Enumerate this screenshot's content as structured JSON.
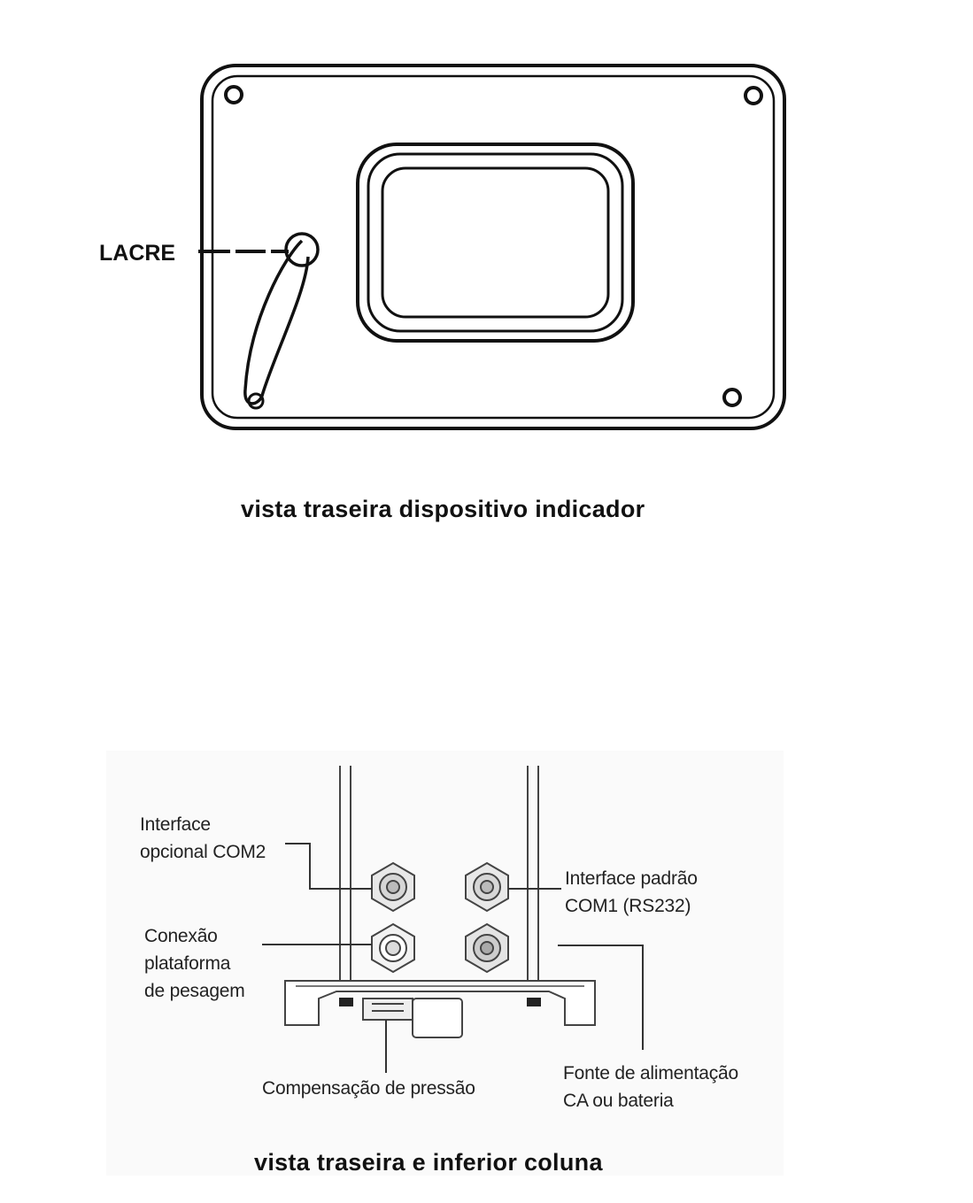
{
  "top_figure": {
    "seal_label": "LACRE",
    "caption": "vista traseira dispositivo indicador"
  },
  "bottom_figure": {
    "caption": "vista traseira e inferior coluna",
    "callouts": {
      "com2": [
        "Interface",
        "opcional COM2"
      ],
      "com1": [
        "Interface padrão",
        "COM1 (RS232)"
      ],
      "platform": [
        "Conexão",
        "plataforma",
        "de pesagem"
      ],
      "pressure": [
        "Compensação de pressão"
      ],
      "power": [
        "Fonte de alimentação",
        "CA ou bateria"
      ]
    }
  }
}
